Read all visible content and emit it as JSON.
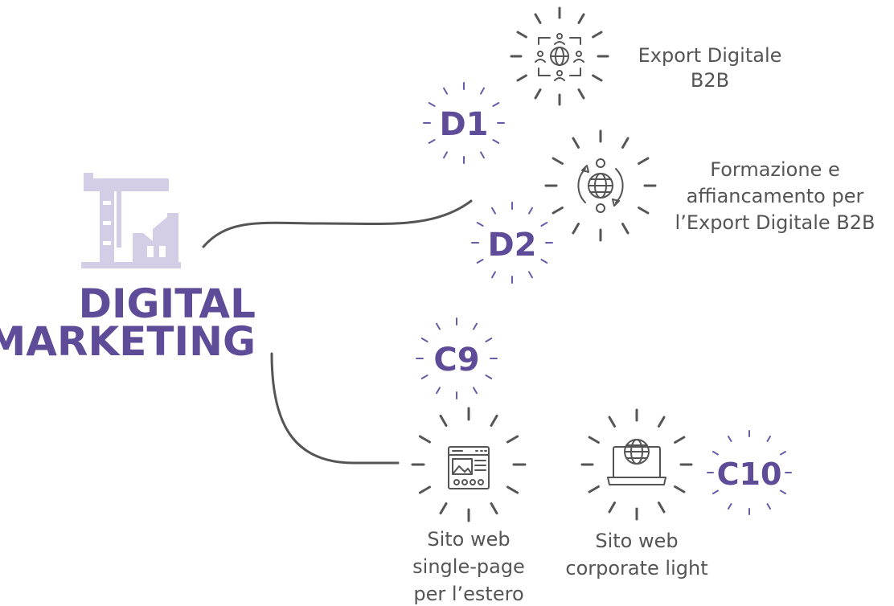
{
  "main": {
    "title_line1": "DIGITAL",
    "title_line2": "MARKETING"
  },
  "nodes": {
    "d1": {
      "code": "D1"
    },
    "d2": {
      "code": "D2"
    },
    "c9": {
      "code": "C9"
    },
    "c10": {
      "code": "C10"
    }
  },
  "services": {
    "export_b2b": {
      "line1": "Export Digitale",
      "line2": "B2B"
    },
    "formazione": {
      "line1": "Formazione e",
      "line2": "affiancamento per",
      "line3": "l’Export Digitale B2B"
    },
    "single_page": {
      "line1": "Sito web",
      "line2": "single-page",
      "line3": "per l’estero"
    },
    "corporate_light": {
      "line1": "Sito web",
      "line2": "corporate light"
    }
  },
  "colors": {
    "purple": "#5f4c98",
    "light_purple": "#d3cde6",
    "gray": "#555555"
  },
  "icons": [
    "factory-icon",
    "network-globe-icon",
    "globe-cycle-icon",
    "webpage-icon",
    "laptop-globe-icon"
  ]
}
